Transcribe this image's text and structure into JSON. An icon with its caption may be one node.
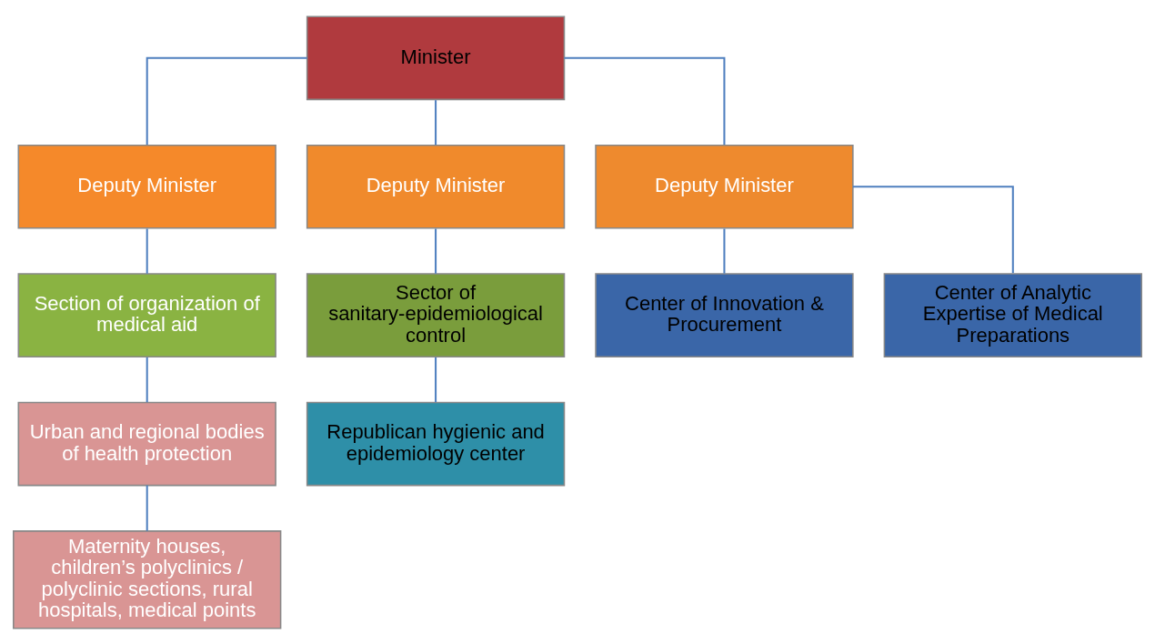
{
  "diagram": {
    "nodes": [
      {
        "text": [
          "Minister"
        ]
      },
      {
        "text": [
          "Deputy Minister"
        ]
      },
      {
        "text": [
          "Deputy Minister"
        ]
      },
      {
        "text": [
          "Deputy Minister"
        ]
      },
      {
        "text": [
          "Section of organization of medical aid"
        ]
      },
      {
        "text": [
          "Urban and regional bodies of health protection"
        ]
      },
      {
        "text": [
          "Maternity houses, children’s polyclinics / polyclinic sections, rural hospitals, medical points"
        ]
      },
      {
        "text": [
          "Sector of sanitary-epidemiological control"
        ]
      },
      {
        "text": [
          "Republican hygienic and epidemiology center"
        ]
      },
      {
        "text": [
          "Center of Innovation & Procurement"
        ]
      },
      {
        "text": [
          "Center of Analytic Expertise of Medical Preparations"
        ]
      }
    ],
    "edges": [
      {
        "from": 0,
        "to": 1,
        "arrow": "none"
      },
      {
        "from": 0,
        "to": 2,
        "arrow": "none"
      },
      {
        "from": 0,
        "to": 3,
        "arrow": "none"
      },
      {
        "from": 1,
        "to": 4,
        "arrow": "none"
      },
      {
        "from": 4,
        "to": 5,
        "arrow": "none"
      },
      {
        "from": 5,
        "to": 6,
        "arrow": "none"
      },
      {
        "from": 2,
        "to": 7,
        "arrow": "none"
      },
      {
        "from": 7,
        "to": 8,
        "arrow": "none"
      },
      {
        "from": 3,
        "to": 9,
        "arrow": "none"
      },
      {
        "from": 3,
        "to": 10,
        "arrow": "none"
      }
    ]
  }
}
